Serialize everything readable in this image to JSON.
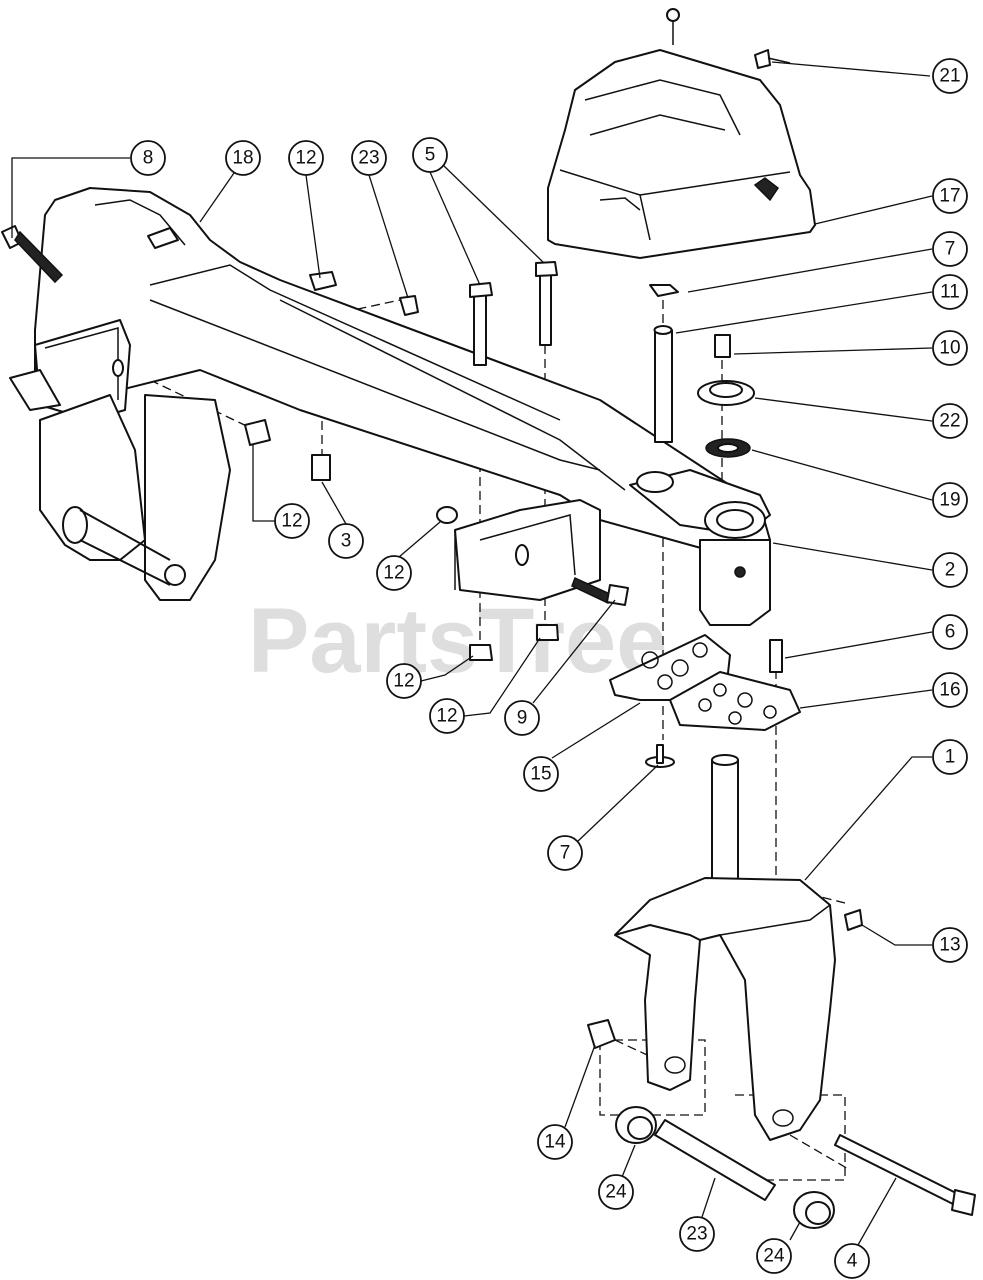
{
  "watermark": "PartsTree",
  "callouts": [
    {
      "id": "c21",
      "label": "21"
    },
    {
      "id": "c17",
      "label": "17"
    },
    {
      "id": "c7a",
      "label": "7"
    },
    {
      "id": "c11",
      "label": "11"
    },
    {
      "id": "c10",
      "label": "10"
    },
    {
      "id": "c22",
      "label": "22"
    },
    {
      "id": "c19",
      "label": "19"
    },
    {
      "id": "c2",
      "label": "2"
    },
    {
      "id": "c6",
      "label": "6"
    },
    {
      "id": "c16",
      "label": "16"
    },
    {
      "id": "c1",
      "label": "1"
    },
    {
      "id": "c13",
      "label": "13"
    },
    {
      "id": "c8",
      "label": "8"
    },
    {
      "id": "c18",
      "label": "18"
    },
    {
      "id": "c12a",
      "label": "12"
    },
    {
      "id": "c23a",
      "label": "23"
    },
    {
      "id": "c5",
      "label": "5"
    },
    {
      "id": "c12b",
      "label": "12"
    },
    {
      "id": "c3",
      "label": "3"
    },
    {
      "id": "c12c",
      "label": "12"
    },
    {
      "id": "c12d",
      "label": "12"
    },
    {
      "id": "c12e",
      "label": "12"
    },
    {
      "id": "c9",
      "label": "9"
    },
    {
      "id": "c15",
      "label": "15"
    },
    {
      "id": "c7b",
      "label": "7"
    },
    {
      "id": "c14",
      "label": "14"
    },
    {
      "id": "c24a",
      "label": "24"
    },
    {
      "id": "c23b",
      "label": "23"
    },
    {
      "id": "c24b",
      "label": "24"
    },
    {
      "id": "c4",
      "label": "4"
    }
  ]
}
